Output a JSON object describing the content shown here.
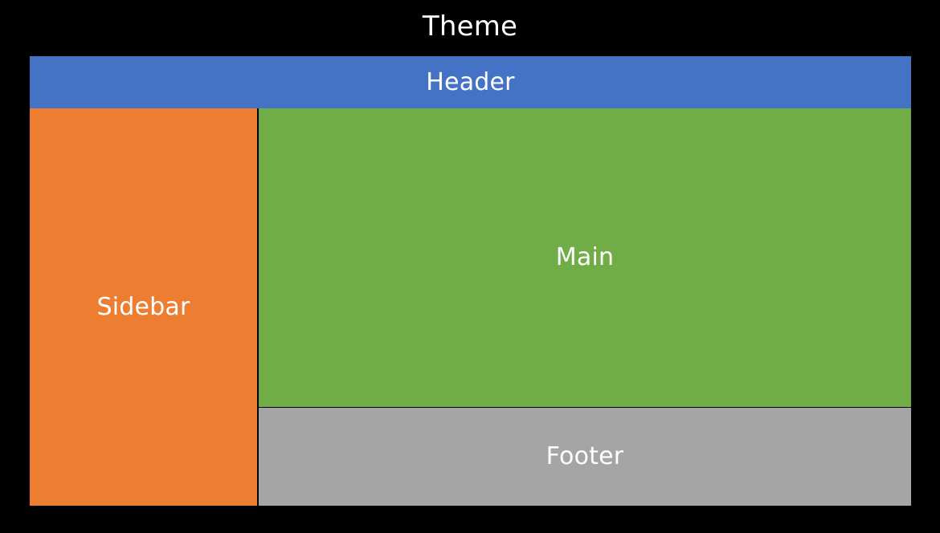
{
  "title": "Theme",
  "background_color": "#000000",
  "title_color": "#ffffff",
  "diagram": {
    "name": "page-layout-diagram",
    "regions": [
      {
        "key": "header",
        "label": "Header",
        "color": "#4472C4",
        "label_color": "#ffffff"
      },
      {
        "key": "sidebar",
        "label": "Sidebar",
        "color": "#ED7D31",
        "label_color": "#ffffff"
      },
      {
        "key": "main",
        "label": "Main",
        "color": "#70AD47",
        "label_color": "#ffffff"
      },
      {
        "key": "footer",
        "label": "Footer",
        "color": "#A5A5A5",
        "label_color": "#ffffff"
      }
    ]
  }
}
